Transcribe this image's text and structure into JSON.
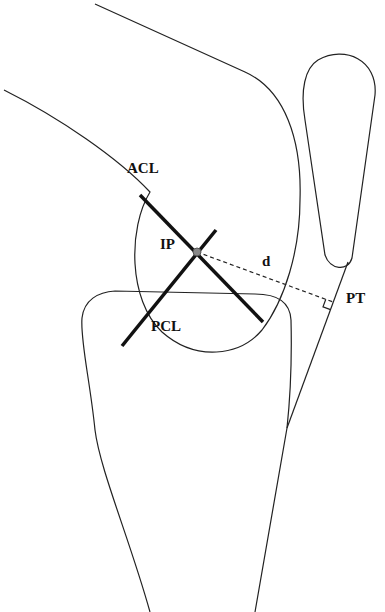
{
  "diagram": {
    "labels": [
      "ACL",
      "IP",
      "PCL",
      "d",
      "PT"
    ]
  }
}
